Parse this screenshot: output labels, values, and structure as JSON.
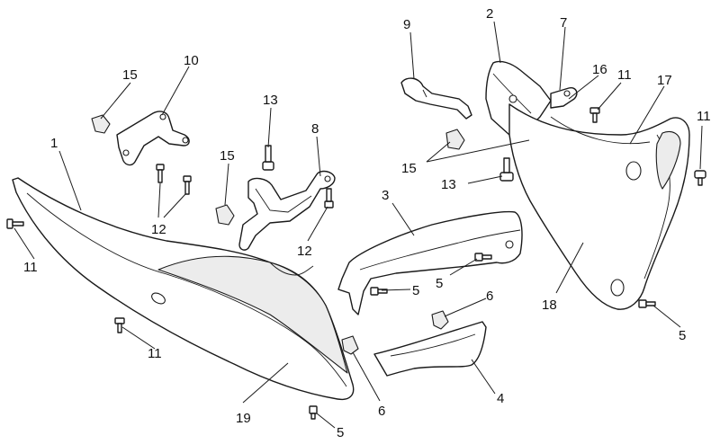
{
  "diagram": {
    "callouts": {
      "c1": "1",
      "c2": "2",
      "c3": "3",
      "c4": "4",
      "c5a": "5",
      "c5b": "5",
      "c5c": "5",
      "c5d": "5",
      "c6a": "6",
      "c6b": "6",
      "c7": "7",
      "c8": "8",
      "c9": "9",
      "c10": "10",
      "c11a": "11",
      "c11b": "11",
      "c11c": "11",
      "c11d": "11",
      "c12a": "12",
      "c12b": "12",
      "c13a": "13",
      "c13b": "13",
      "c15a": "15",
      "c15b": "15",
      "c15c": "15",
      "c16": "16",
      "c17": "17",
      "c18": "18",
      "c19": "19"
    }
  }
}
